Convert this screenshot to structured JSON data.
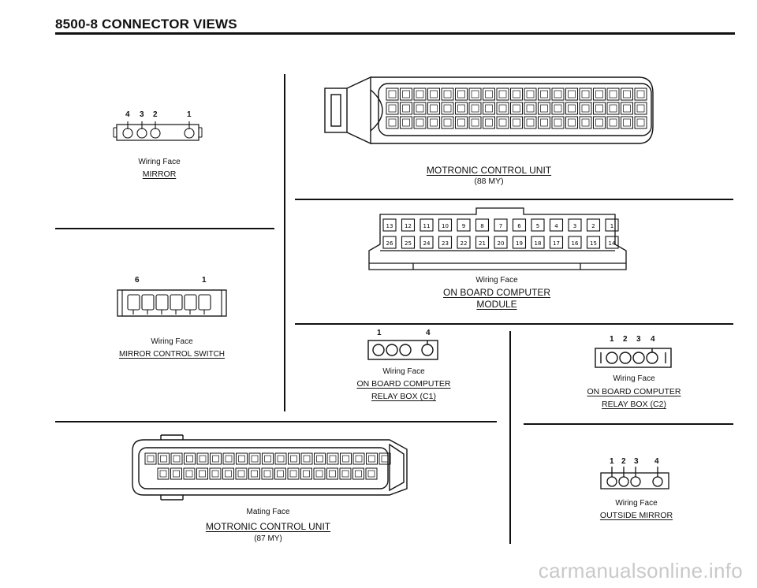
{
  "header": {
    "title": "8500-8   CONNECTOR VIEWS"
  },
  "mirror": {
    "pins": [
      "4",
      "3",
      "2",
      "1"
    ],
    "face": "Wiring Face",
    "name": "MIRROR"
  },
  "mirror_switch": {
    "pin_left": "6",
    "pin_right": "1",
    "face": "Wiring Face",
    "name": "MIRROR CONTROL SWITCH"
  },
  "motronic_88": {
    "name": "MOTRONIC CONTROL UNIT",
    "year": "(88 MY)"
  },
  "obc_module": {
    "face": "Wiring Face",
    "name_line1": "ON BOARD COMPUTER",
    "name_line2": "MODULE",
    "top_row": [
      "13",
      "12",
      "11",
      "10",
      "9",
      "8",
      "7",
      "6",
      "5",
      "4",
      "3",
      "2",
      "1"
    ],
    "bottom_row": [
      "26",
      "25",
      "24",
      "23",
      "22",
      "21",
      "20",
      "19",
      "18",
      "17",
      "16",
      "15",
      "14"
    ]
  },
  "relay_c1": {
    "pin_left": "1",
    "pin_right": "4",
    "face": "Wiring Face",
    "name_line1": "ON BOARD COMPUTER",
    "name_line2": "RELAY BOX (C1)"
  },
  "relay_c2": {
    "pins": [
      "1",
      "2",
      "3",
      "4"
    ],
    "face": "Wiring Face",
    "name_line1": "ON BOARD COMPUTER",
    "name_line2": "RELAY BOX (C2)"
  },
  "motronic_87": {
    "face": "Mating Face",
    "name": "MOTRONIC CONTROL UNIT",
    "year": "(87 MY)"
  },
  "outside_mirror": {
    "pins": [
      "1",
      "2",
      "3",
      "4"
    ],
    "face": "Wiring Face",
    "name": "OUTSIDE MIRROR"
  },
  "watermark": "carmanualsonline.info"
}
